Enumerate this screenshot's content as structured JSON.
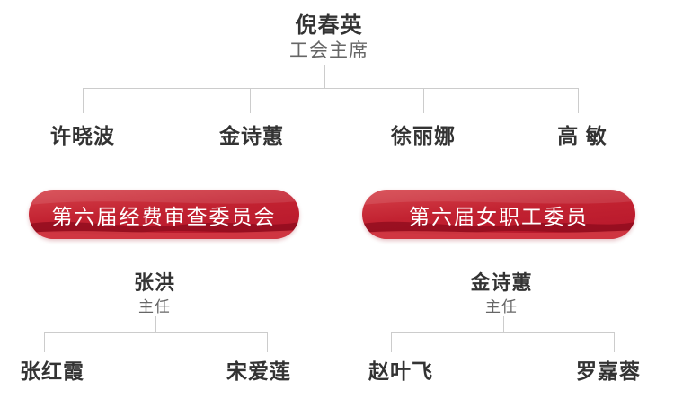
{
  "colors": {
    "accent_red": "#c22231",
    "accent_red_dark": "#8c0b1c",
    "name_text": "#333333",
    "subtitle_text": "#666666",
    "connector_line": "#cccccc",
    "banner_text": "#ffffff",
    "background": "#ffffff"
  },
  "union": {
    "chairman": {
      "name": "倪春英",
      "title": "工会主席"
    },
    "members": [
      "许晓波",
      "金诗蕙",
      "徐丽娜",
      "高 敏"
    ]
  },
  "committees": [
    {
      "banner": "第六届经费审查委员会",
      "leader": {
        "name": "张洪",
        "title": "主任"
      },
      "members": [
        "张红霞",
        "宋爱莲"
      ]
    },
    {
      "banner": "第六届女职工委员",
      "leader": {
        "name": "金诗蕙",
        "title": "主任"
      },
      "members": [
        "赵叶飞",
        "罗嘉蓉"
      ]
    }
  ]
}
